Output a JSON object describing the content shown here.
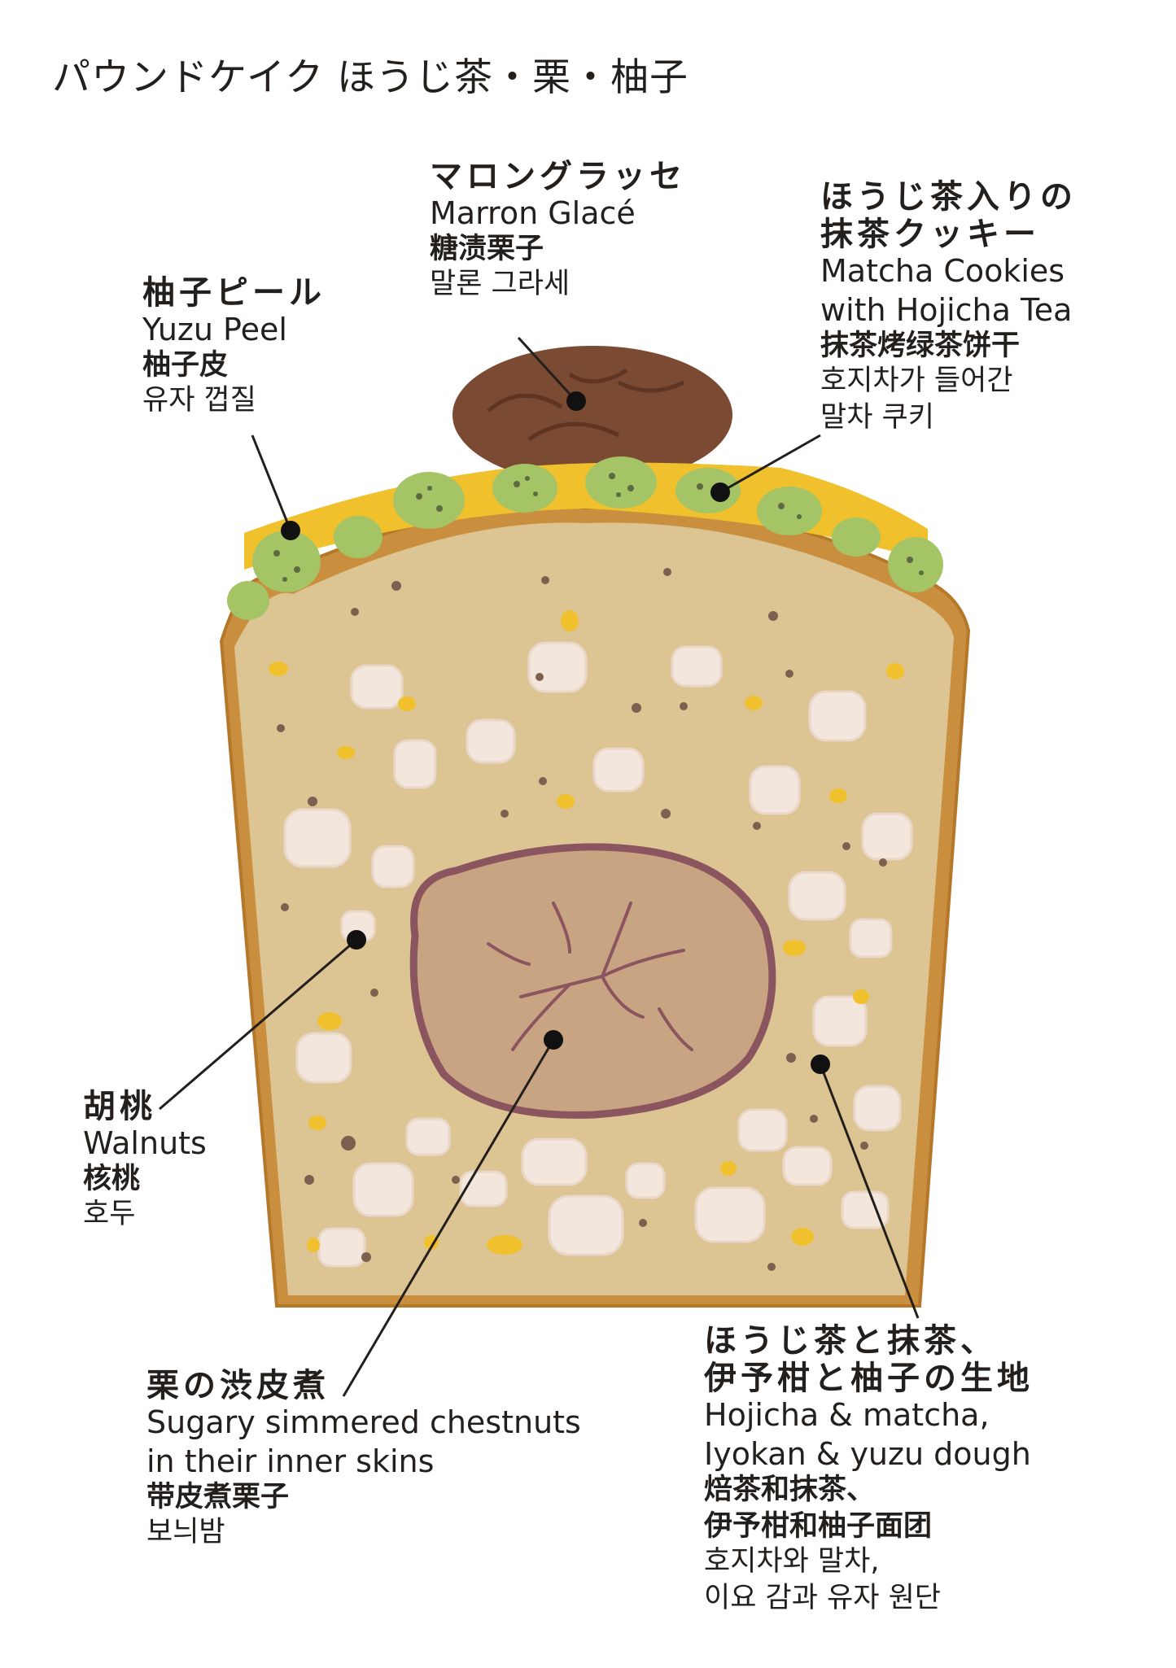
{
  "title": "パウンドケイク ほうじ茶・栗・柚子",
  "colors": {
    "crust": "#c98f3e",
    "crumb": "#dcc493",
    "cookie": "#a4c466",
    "yuzu": "#f0c12d",
    "chestnut_inner": "#c9a483",
    "chestnut_outline": "#8b5560",
    "marron": "#7b4a32",
    "walnut": "#f3e6dc",
    "speck": "#7c6150"
  },
  "labels": {
    "marron": {
      "jp": "マロングラッセ",
      "en": "Marron Glacé",
      "zh": "糖渍栗子",
      "ko": "말론 그라세"
    },
    "cookie": {
      "jp": [
        "ほうじ茶入りの",
        "抹茶クッキー"
      ],
      "en": [
        "Matcha Cookies",
        "with Hojicha Tea"
      ],
      "zh": "抹茶烤绿茶饼干",
      "ko": [
        "호지차가 들어간",
        "말차 쿠키"
      ]
    },
    "yuzu_peel": {
      "jp": "柚子ピール",
      "en": "Yuzu Peel",
      "zh": "柚子皮",
      "ko": "유자 껍질"
    },
    "walnut": {
      "jp": "胡桃",
      "en": "Walnuts",
      "zh": "核桃",
      "ko": "호두"
    },
    "chestnut": {
      "jp": "栗の渋皮煮",
      "en": [
        "Sugary simmered chestnuts",
        "in their inner skins"
      ],
      "zh": "带皮煮栗子",
      "ko": "보늬밤"
    },
    "dough": {
      "jp": [
        "ほうじ茶と抹茶、",
        "伊予柑と柚子の生地"
      ],
      "en": [
        "Hojicha & matcha,",
        "Iyokan & yuzu dough"
      ],
      "zh": [
        "焙茶和抹茶、",
        "伊予柑和柚子面团"
      ],
      "ko": [
        "호지차와 말차,",
        "이요 감과 유자 원단"
      ]
    }
  }
}
